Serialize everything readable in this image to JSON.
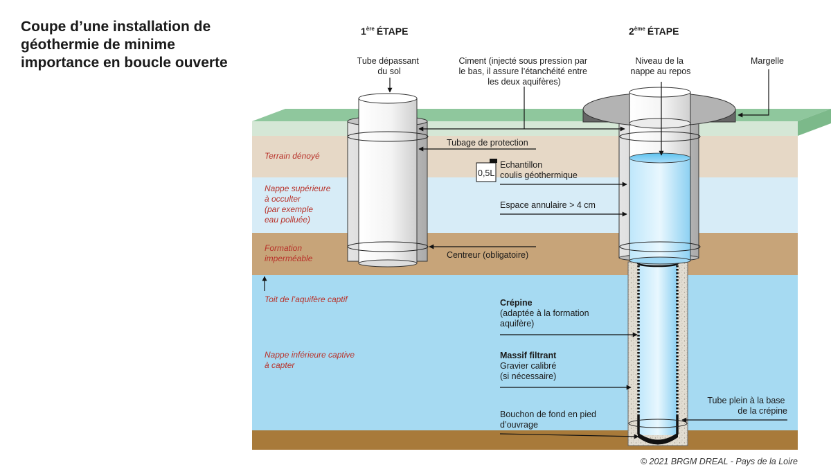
{
  "title": "Coupe d’une installation de géothermie de minime importance en boucle ouverte",
  "steps": {
    "step1_num": "1",
    "step1_sup": "ère",
    "step1_word": "ÉTAPE",
    "step2_num": "2",
    "step2_sup": "ème",
    "step2_word": "ÉTAPE"
  },
  "layers": {
    "terrain_denoye": "Terrain dénoyé",
    "nappe_sup": [
      "Nappe supérieure",
      "à occulter",
      "(par exemple",
      "eau polluée)"
    ],
    "formation": [
      "Formation",
      "imperméable"
    ],
    "toit": "Toit de l’aquifère captif",
    "nappe_inf": [
      "Nappe inférieure captive",
      "à capter"
    ]
  },
  "labels": {
    "tube_depassant": [
      "Tube dépassant",
      "du sol"
    ],
    "ciment": [
      "Ciment (injecté sous pression par",
      "le bas, il assure l’étanchéité entre",
      "les deux aquifères)"
    ],
    "niveau": [
      "Niveau de la",
      "nappe au repos"
    ],
    "margelle": "Margelle",
    "tubage": "Tubage de protection",
    "bottle": "0,5L",
    "echantillon": [
      "Echantillon",
      "coulis géothermique"
    ],
    "espace": "Espace annulaire > 4 cm",
    "centreur": "Centreur (obligatoire)",
    "crepine_title": "Crépine",
    "crepine": [
      "(adaptée à la formation",
      "aquifère)"
    ],
    "massif_title": "Massif filtrant",
    "massif": [
      "Gravier calibré",
      "(si nécessaire)"
    ],
    "bouchon": [
      "Bouchon de fond en pied",
      "d’ouvrage"
    ],
    "tube_plein": [
      "Tube plein à la base",
      "de la crépine"
    ]
  },
  "copyright": "© 2021 BRGM DREAL - Pays de la Loire",
  "colors": {
    "grass": "#8fc79d",
    "terrain_denoye": "#e6d8c6",
    "nappe_sup": "#d7ecf7",
    "formation": "#c7a479",
    "nappe_inf": "#a6daf2",
    "bottom": "#a87a3a",
    "annotation_red": "#b8322a"
  }
}
